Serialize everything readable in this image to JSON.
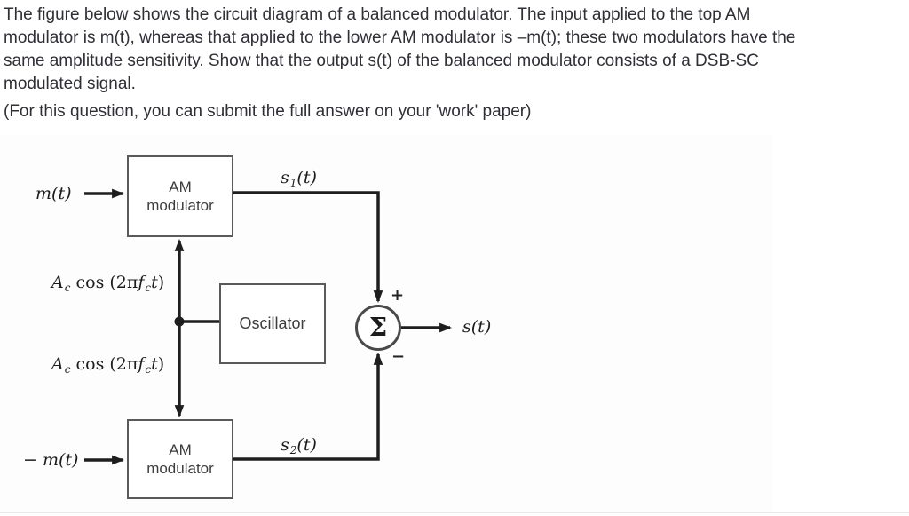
{
  "question": {
    "lines": [
      "The figure below shows the circuit diagram of a balanced modulator. The input applied to the top AM",
      "modulator is m(t), whereas that applied to the lower AM modulator is –m(t); these two modulators have the",
      "same amplitude sensitivity. Show that the output s(t) of the balanced modulator consists of a DSB-SC",
      "modulated signal."
    ],
    "note": "(For this question, you can submit the full answer on your 'work' paper)"
  },
  "diagram": {
    "blocks": {
      "am_modulator_top": {
        "line1": "AM",
        "line2": "modulator"
      },
      "am_modulator_bottom": {
        "line1": "AM",
        "line2": "modulator"
      },
      "oscillator": {
        "label": "Oscillator"
      }
    },
    "summer": {
      "symbol": "Σ",
      "plus": "+",
      "minus": "−"
    },
    "labels": {
      "input_top": {
        "var": "m",
        "args": "(t)"
      },
      "input_bottom": {
        "sign": "− ",
        "var": "m",
        "args": "(t)"
      },
      "s1": {
        "var": "s",
        "sub": "1",
        "args": "(t)"
      },
      "s2": {
        "var": "s",
        "sub": "2",
        "args": "(t)"
      },
      "output": {
        "var": "s",
        "args": "(t)"
      },
      "carrier_top": {
        "p1": "A",
        "p2": "c",
        "p3": " cos (2π",
        "p4": "f",
        "p5": "c",
        "p6": "t",
        "p7": ")"
      },
      "carrier_bottom": {
        "p1": "A",
        "p2": "c",
        "p3": " cos (2π",
        "p4": "f",
        "p5": "c",
        "p6": "t",
        "p7": ")"
      }
    },
    "colors": {
      "connector_line": "#1e1e1e",
      "box_border": "#5a5a5a",
      "box_text": "#3d3d3d",
      "math_text": "#1c1c1c",
      "question_text": "#2f2f36"
    }
  }
}
